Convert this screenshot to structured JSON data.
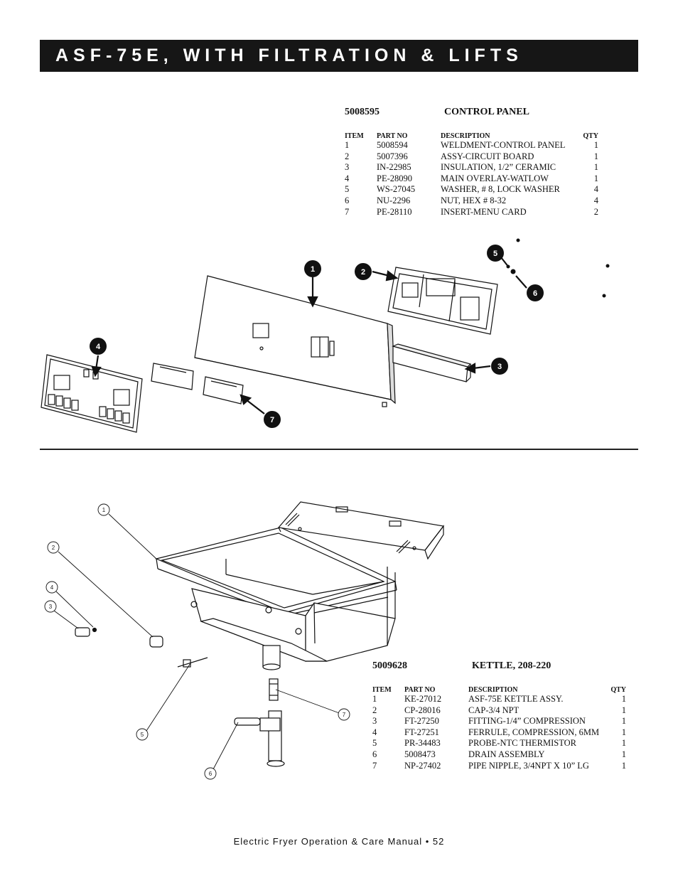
{
  "page_title": "ASF-75E, WITH FILTRATION & LIFTS",
  "control_panel": {
    "part_no": "5008595",
    "name": "CONTROL PANEL",
    "headers": {
      "item": "ITEM",
      "part_no": "PART NO",
      "description": "DESCRIPTION",
      "qty": "QTY"
    },
    "rows": [
      {
        "item": "1",
        "part_no": "5008594",
        "description": "WELDMENT-CONTROL PANEL",
        "qty": "1"
      },
      {
        "item": "2",
        "part_no": "5007396",
        "description": "ASSY-CIRCUIT BOARD",
        "qty": "1"
      },
      {
        "item": "3",
        "part_no": "IN-22985",
        "description": "INSULATION, 1/2” CERAMIC",
        "qty": "1"
      },
      {
        "item": "4",
        "part_no": "PE-28090",
        "description": "MAIN OVERLAY-WATLOW",
        "qty": "1"
      },
      {
        "item": "5",
        "part_no": "WS-27045",
        "description": "WASHER, # 8, LOCK WASHER",
        "qty": "4"
      },
      {
        "item": "6",
        "part_no": "NU-2296",
        "description": "NUT, HEX # 8-32",
        "qty": "4"
      },
      {
        "item": "7",
        "part_no": "PE-28110",
        "description": "INSERT-MENU CARD",
        "qty": "2"
      }
    ],
    "callouts": [
      "1",
      "2",
      "3",
      "4",
      "5",
      "6",
      "7"
    ]
  },
  "kettle": {
    "part_no": "5009628",
    "name": "KETTLE, 208-220",
    "headers": {
      "item": "ITEM",
      "part_no": "PART NO",
      "description": "DESCRIPTION",
      "qty": "QTY"
    },
    "rows": [
      {
        "item": "1",
        "part_no": "KE-27012",
        "description": "ASF-75E KETTLE ASSY.",
        "qty": "1"
      },
      {
        "item": "2",
        "part_no": "CP-28016",
        "description": "CAP-3/4 NPT",
        "qty": "1"
      },
      {
        "item": "3",
        "part_no": "FT-27250",
        "description": "FITTING-1/4” COMPRESSION",
        "qty": "1"
      },
      {
        "item": "4",
        "part_no": "FT-27251",
        "description": "FERRULE, COMPRESSION, 6MM",
        "qty": "1"
      },
      {
        "item": "5",
        "part_no": "PR-34483",
        "description": "PROBE-NTC THERMISTOR",
        "qty": "1"
      },
      {
        "item": "6",
        "part_no": "5008473",
        "description": "DRAIN ASSEMBLY",
        "qty": "1"
      },
      {
        "item": "7",
        "part_no": "NP-27402",
        "description": "PIPE NIPPLE, 3/4NPT X 10” LG",
        "qty": "1"
      }
    ],
    "callouts": [
      "1",
      "2",
      "3",
      "4",
      "5",
      "6",
      "7"
    ]
  },
  "footer": "Electric Fryer Operation & Care Manual • 52"
}
